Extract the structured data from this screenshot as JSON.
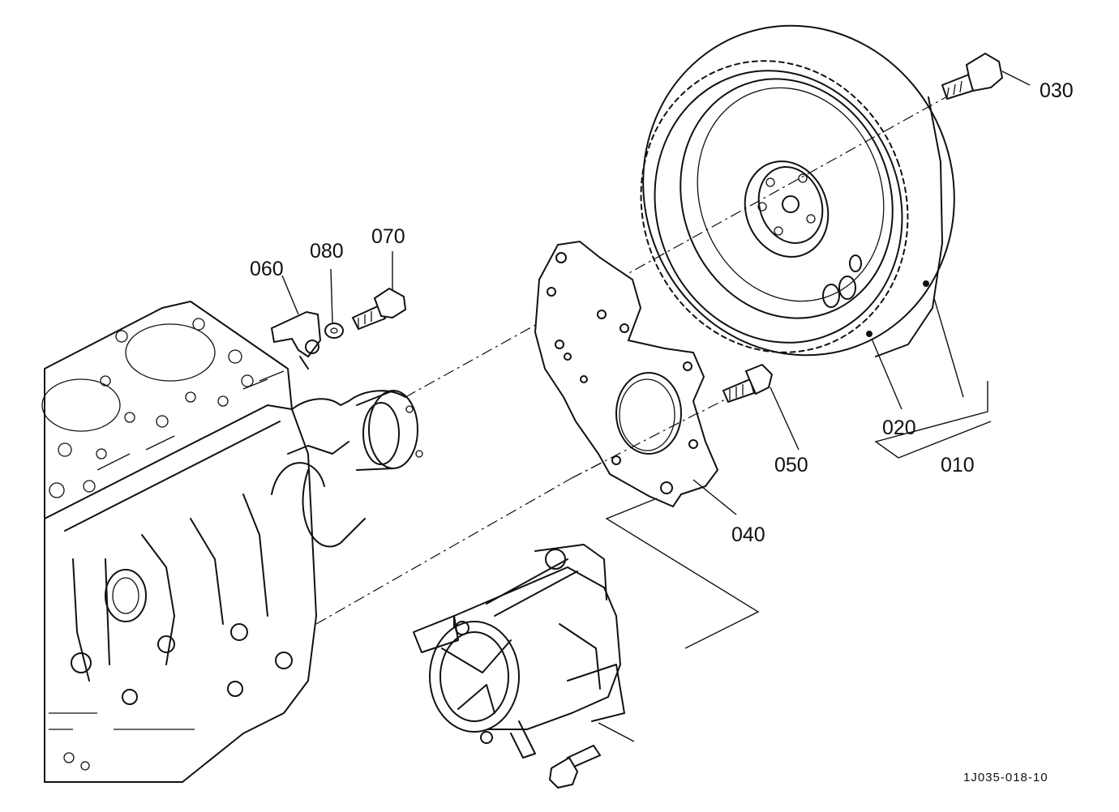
{
  "diagram": {
    "callouts": {
      "c010": "010",
      "c020": "020",
      "c030": "030",
      "c040": "040",
      "c050": "050",
      "c060": "060",
      "c070": "070",
      "c080": "080"
    },
    "reference_code": "1J035-018-10"
  }
}
